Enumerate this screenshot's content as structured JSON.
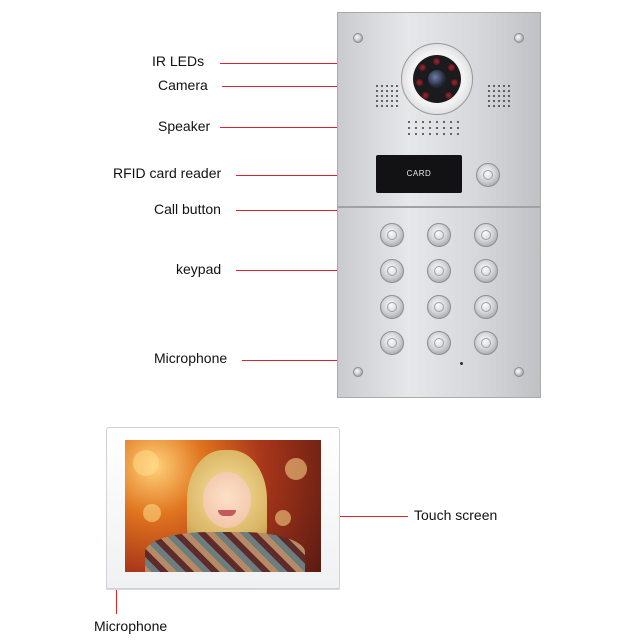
{
  "door_station": {
    "rfid_label": "CARD"
  },
  "labels": {
    "ir_leds": "IR LEDs",
    "camera": "Camera",
    "speaker": "Speaker",
    "rfid_card_reader": "RFID card reader",
    "call_button": "Call button",
    "keypad": "keypad",
    "microphone_station": "Microphone",
    "touch_screen": "Touch screen",
    "microphone_monitor": "Microphone"
  },
  "colors": {
    "callout_line": "#d8262b",
    "panel": "#d5d7da",
    "rfid_reader": "#121214",
    "monitor": "#ffffff"
  }
}
